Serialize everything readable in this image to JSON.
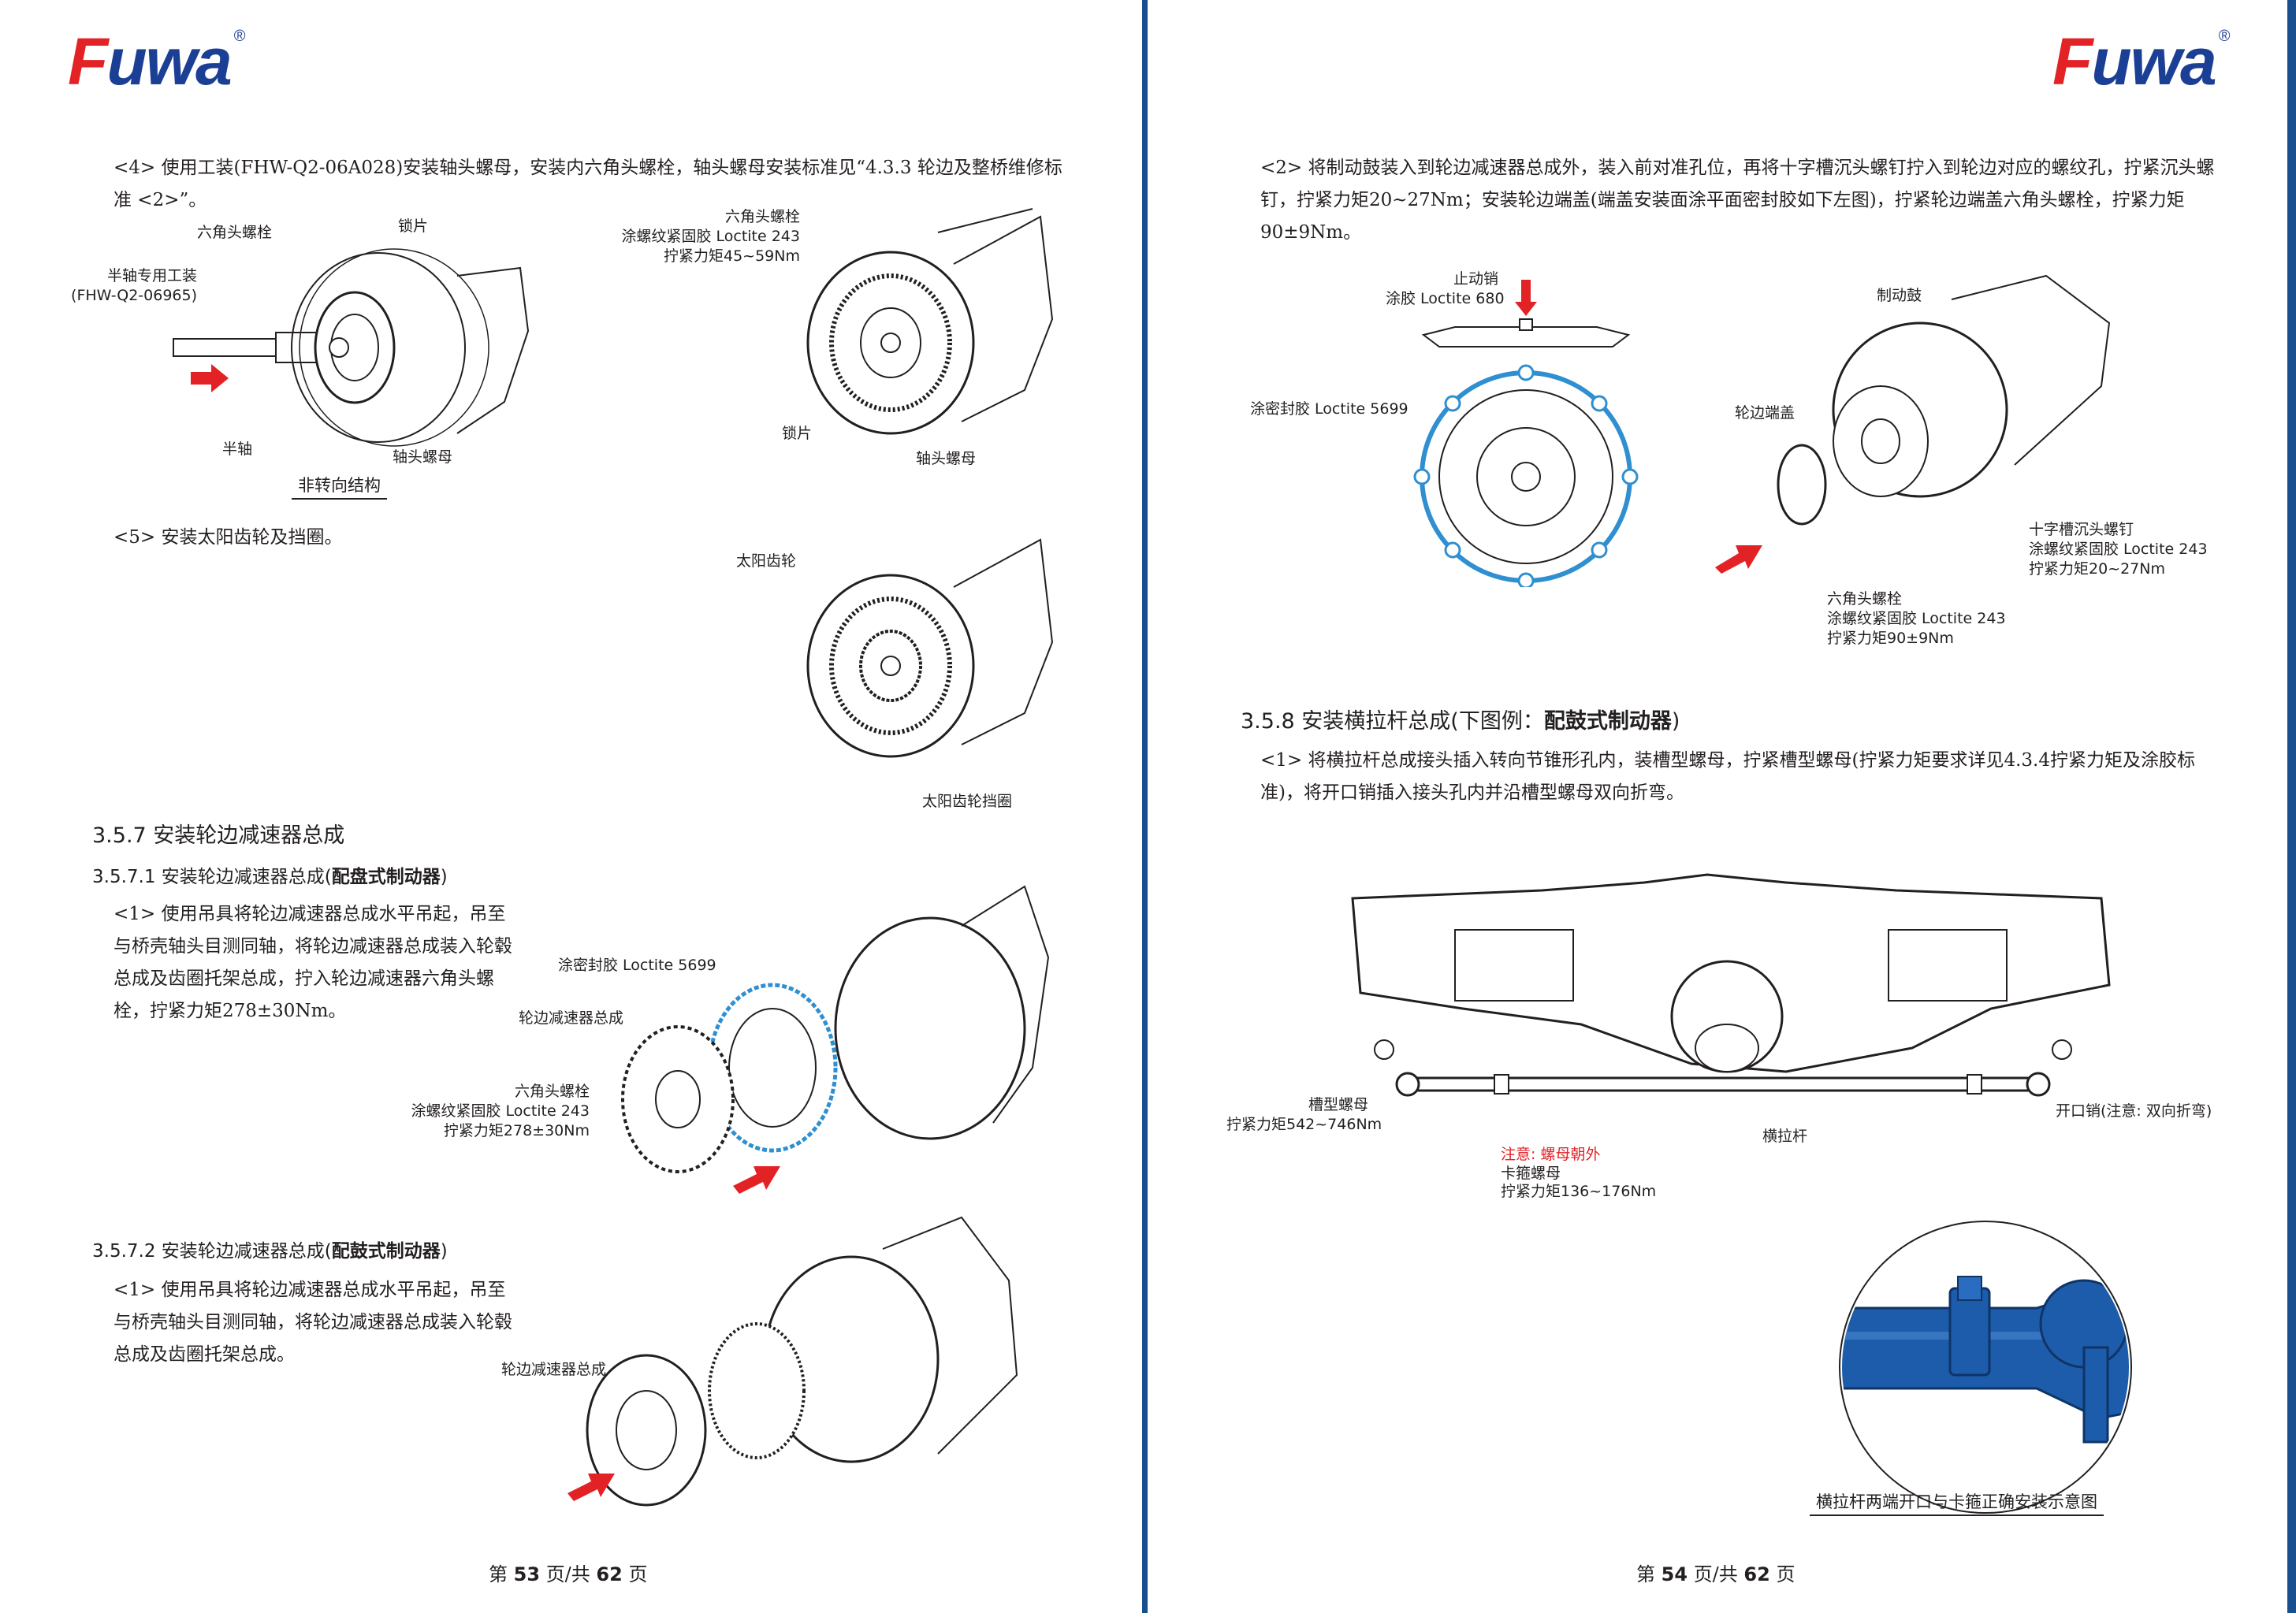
{
  "brand": {
    "name": "Fuwa",
    "first_letter": "F",
    "rest": "uwa",
    "registered": "®",
    "color_blue": "#1b3f95",
    "color_red": "#e32226"
  },
  "left": {
    "step4": "<4> 使用工装(FHW-Q2-06A028)安装轴头螺母，安装内六角头螺栓，轴头螺母安装标准见“4.3.3 轮边及整桥维修标准 <2>”。",
    "fig1_labels": {
      "hex_bolt": "六角头螺栓",
      "lock_plate": "锁片",
      "tool_line1": "半轴专用工装",
      "tool_line2": "(FHW-Q2-06965)",
      "half_shaft": "半轴",
      "hub_nut": "轴头螺母",
      "caption": "非转向结构"
    },
    "fig2_labels": {
      "line1": "六角头螺栓",
      "line2": "涂螺纹紧固胶 Loctite 243",
      "line3": "拧紧力矩45~59Nm",
      "lock_plate": "锁片",
      "hub_nut": "轴头螺母"
    },
    "step5": "<5> 安装太阳齿轮及挡圈。",
    "fig3_labels": {
      "sun_gear": "太阳齿轮",
      "sun_gear_retainer": "太阳齿轮挡圈"
    },
    "section_357": "3.5.7  安装轮边减速器总成",
    "section_3571_prefix": "3.5.7.1 安装轮边减速器总成(",
    "section_3571_bold": "配盘式制动器",
    "section_3571_suffix": ")",
    "step1_disc": "<1> 使用吊具将轮边减速器总成水平吊起，吊至与桥壳轴头目测同轴，将轮边减速器总成装入轮毂总成及齿圈托架总成，拧入轮边减速器六角头螺栓，拧紧力矩278±30Nm。",
    "fig4_labels": {
      "sealant": "涂密封胶 Loctite 5699",
      "reducer": "轮边减速器总成",
      "line1": "六角头螺栓",
      "line2": "涂螺纹紧固胶 Loctite 243",
      "line3": "拧紧力矩278±30Nm"
    },
    "section_3572_prefix": "3.5.7.2 安装轮边减速器总成(",
    "section_3572_bold": "配鼓式制动器",
    "section_3572_suffix": ")",
    "step1_drum": "<1> 使用吊具将轮边减速器总成水平吊起，吊至与桥壳轴头目测同轴，将轮边减速器总成装入轮毂总成及齿圈托架总成。",
    "fig5_labels": {
      "reducer": "轮边减速器总成"
    },
    "footer_prefix": "第",
    "footer_page": "53",
    "footer_mid": "页/共",
    "footer_total": "62",
    "footer_suffix": "页"
  },
  "right": {
    "step2": "<2> 将制动鼓装入到轮边减速器总成外，装入前对准孔位，再将十字槽沉头螺钉拧入到轮边对应的螺纹孔，拧紧沉头螺钉，拧紧力矩20~27Nm；安装轮边端盖(端盖安装面涂平面密封胶如下左图)，拧紧轮边端盖六角头螺栓，拧紧力矩90±9Nm。",
    "fig6_labels": {
      "stop_pin": "止动销",
      "stop_pin_glue": "涂胶 Loctite 680",
      "sealant": "涂密封胶 Loctite 5699",
      "brake_drum": "制动鼓",
      "end_cover": "轮边端盖",
      "screw_line1": "十字槽沉头螺钉",
      "screw_line2": "涂螺纹紧固胶 Loctite 243",
      "screw_line3": "拧紧力矩20~27Nm",
      "bolt_line1": "六角头螺栓",
      "bolt_line2": "涂螺纹紧固胶 Loctite 243",
      "bolt_line3": "拧紧力矩90±9Nm"
    },
    "section_358_prefix": "3.5.8  安装横拉杆总成(下图例：",
    "section_358_bold": "配鼓式制动器",
    "section_358_suffix": ")",
    "step1": "<1> 将横拉杆总成接头插入转向节锥形孔内，装槽型螺母，拧紧槽型螺母(拧紧力矩要求详见4.3.4拧紧力矩及涂胶标准)，将开口销插入接头孔内并沿槽型螺母双向折弯。",
    "fig7_labels": {
      "slot_nut": "槽型螺母",
      "slot_nut_torque": "拧紧力矩542~746Nm",
      "note": "注意: 螺母朝外",
      "clamp_nut": "卡箍螺母",
      "clamp_torque": "拧紧力矩136~176Nm",
      "tie_rod": "横拉杆",
      "cotter_pin": "开口销(注意: 双向折弯)"
    },
    "circle_caption": "横拉杆两端开口与卡箍正确安装示意图",
    "footer_prefix": "第",
    "footer_page": "54",
    "footer_mid": "页/共",
    "footer_total": "62",
    "footer_suffix": "页"
  }
}
